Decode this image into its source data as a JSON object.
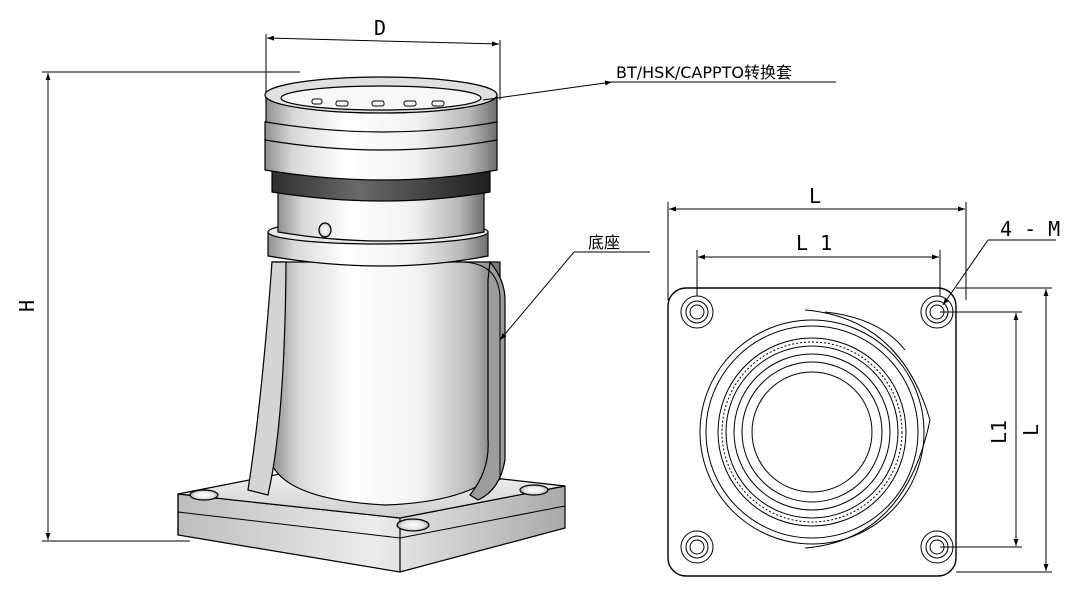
{
  "dimensions": {
    "D": "D",
    "H": "H",
    "L_top": "L",
    "L1_top": "L 1",
    "M": "4 - M",
    "L1_side": "L1",
    "L_side": "L"
  },
  "labels": {
    "adapter": "BT/HSK/CAPPTO转换套",
    "base": "底座"
  }
}
